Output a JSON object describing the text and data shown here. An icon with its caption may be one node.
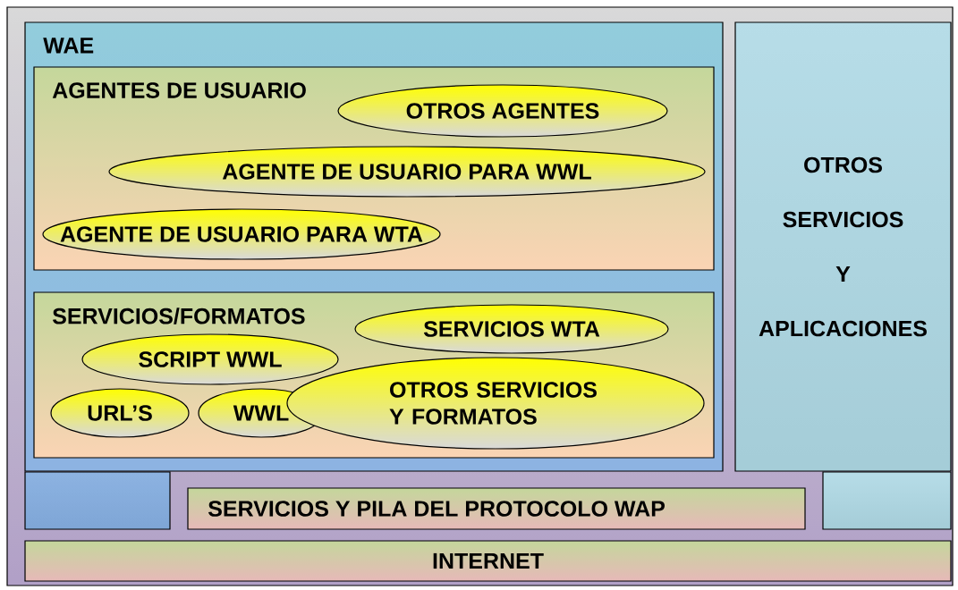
{
  "diagram": {
    "nodes": [
      {
        "text": [],
        "shape": "box"
      },
      {
        "text": [
          "WAE"
        ],
        "in": 0
      },
      {
        "text": [
          "AGENTES DE USUARIO"
        ],
        "in": 1
      },
      {
        "text": [
          "OTROS AGENTES"
        ],
        "in": 2
      },
      {
        "text": [
          "AGENTE DE USUARIO PARA WWL"
        ],
        "in": 2
      },
      {
        "text": [
          "AGENTE DE USUARIO PARA WTA"
        ],
        "in": 2
      },
      {
        "text": [
          "SERVICIOS/FORMATOS"
        ],
        "in": 1
      },
      {
        "text": [
          "SERVICIOS WTA"
        ],
        "in": 6
      },
      {
        "text": [
          "SCRIPT WWL"
        ],
        "in": 6
      },
      {
        "text": [
          "URL’S"
        ],
        "in": 6
      },
      {
        "text": [
          "WWL"
        ],
        "in": 6
      },
      {
        "text": [
          "OTROS SERVICIOS Y FORMATOS"
        ],
        "in": 6
      },
      {
        "text": [
          "OTROS SERVICIOS Y APLICACIONES"
        ],
        "in": 0
      },
      {
        "text": [],
        "shape": "box",
        "in": 0
      },
      {
        "text": [
          "SERVICIOS Y PILA DEL PROTOCOLO WAP"
        ],
        "in": 0
      },
      {
        "text": [],
        "shape": "box",
        "in": 0
      },
      {
        "text": [
          "INTERNET"
        ],
        "in": 0
      }
    ]
  }
}
